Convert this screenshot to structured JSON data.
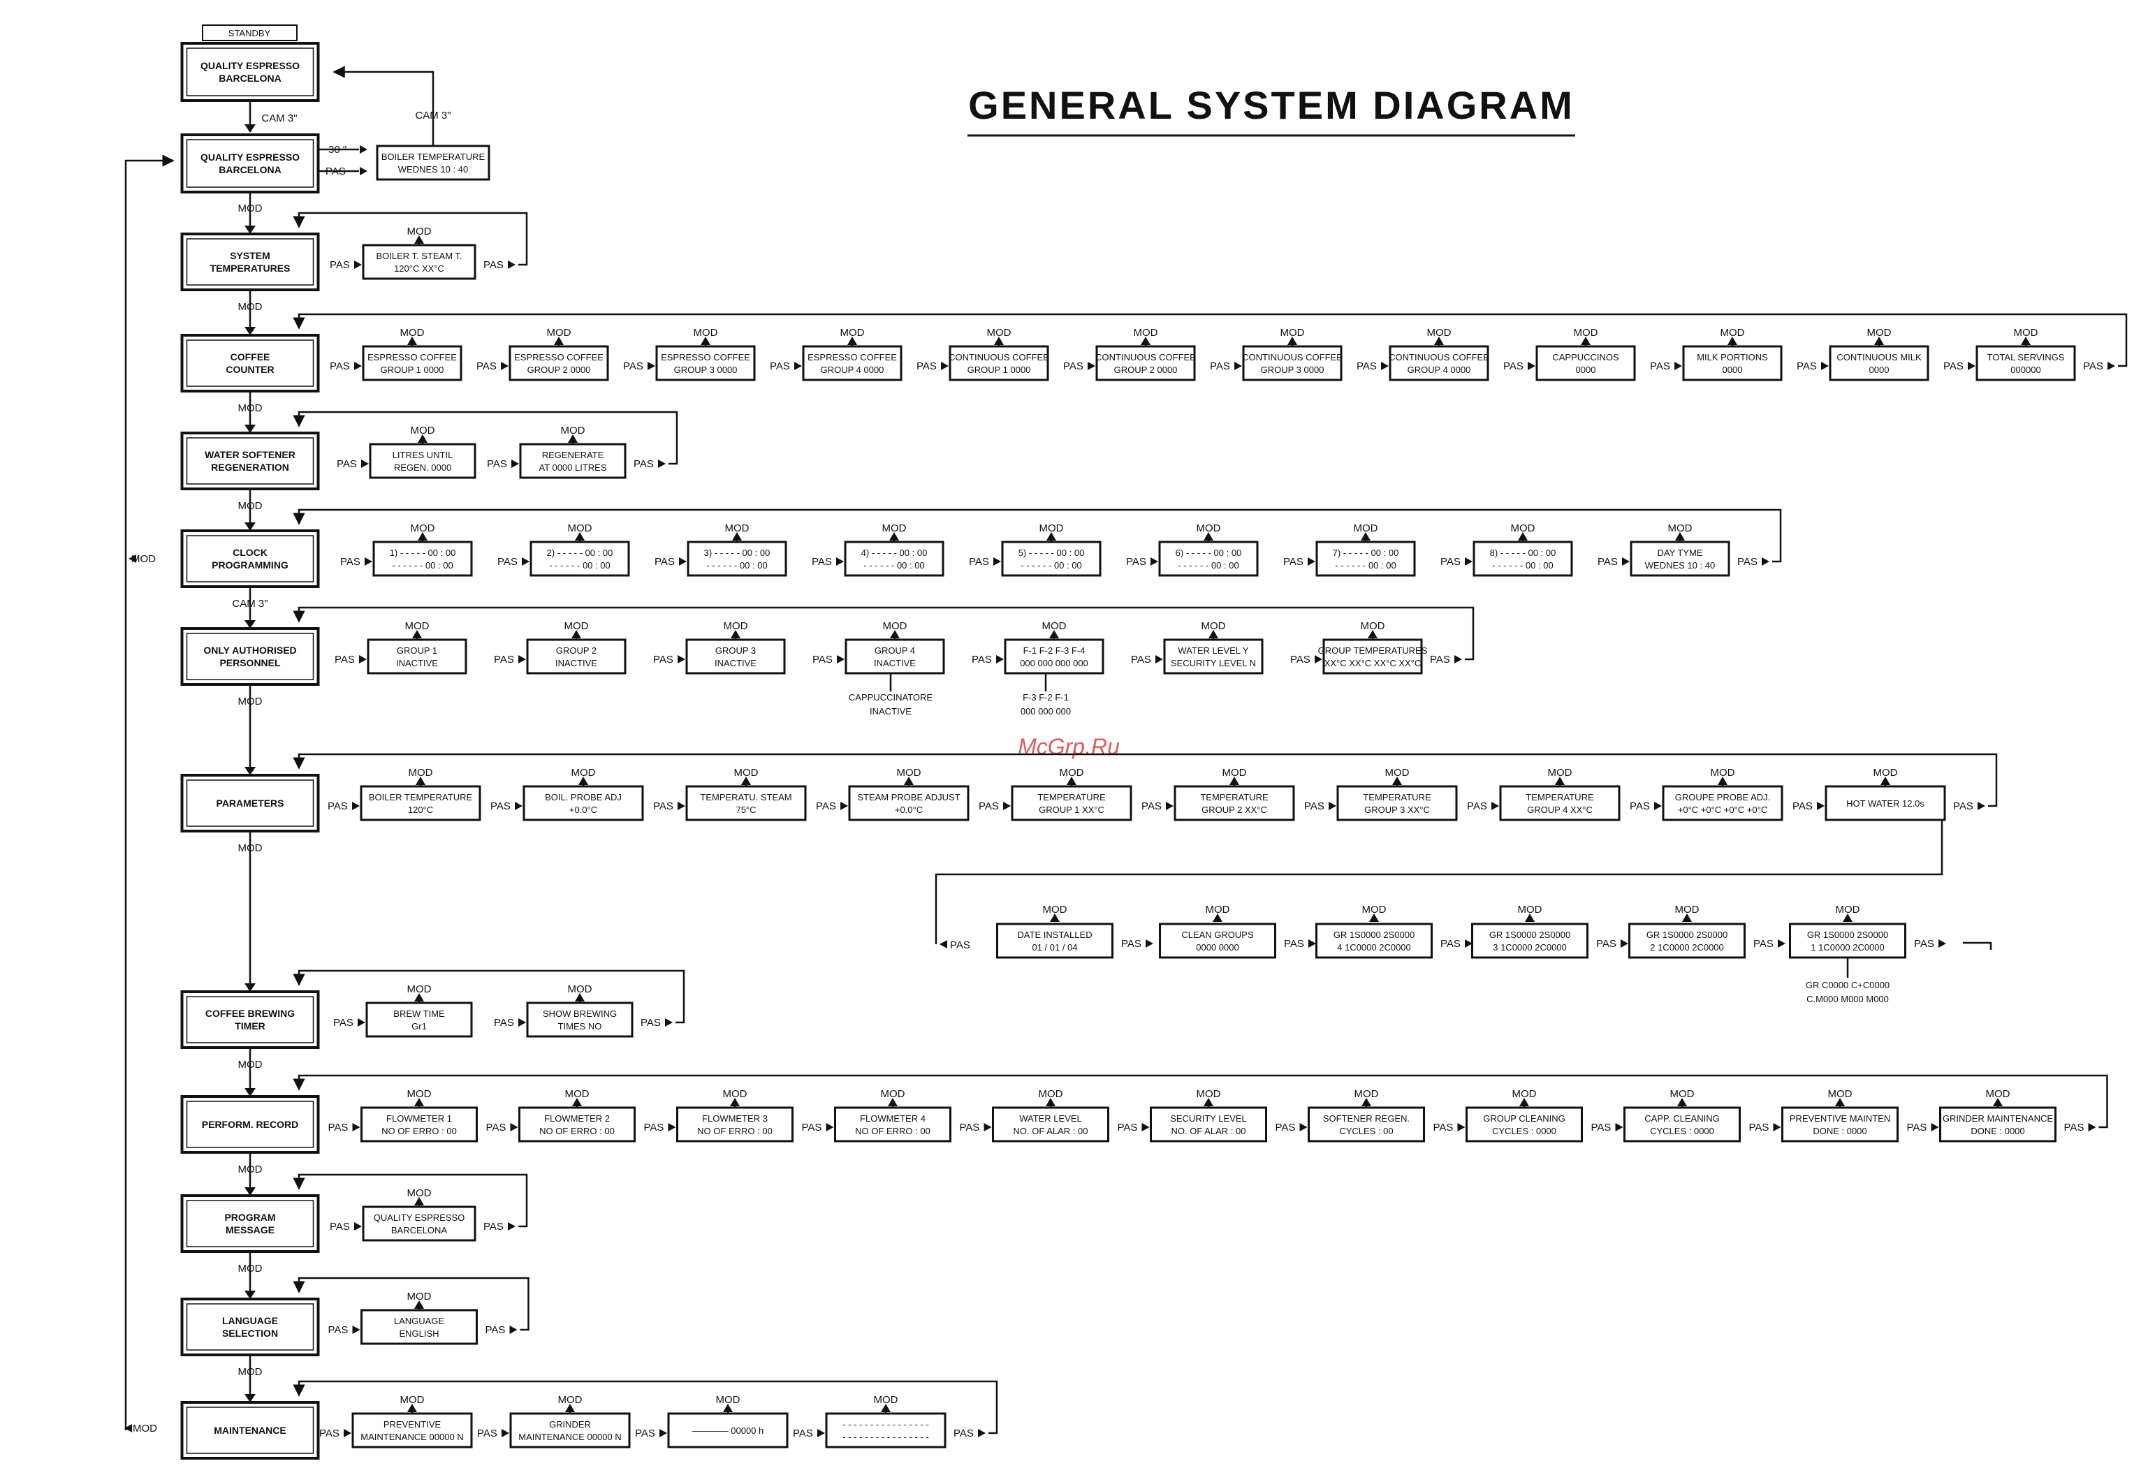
{
  "title": "GENERAL  SYSTEM  DIAGRAM",
  "watermark": "McGrp.Ru",
  "labels": {
    "mod": "MOD",
    "pas": "PAS",
    "standby": "STANDBY",
    "cam3": "CAM 3\"",
    "cam3b": "CAM 3\"",
    "s30": "30 \""
  },
  "top": {
    "quality_box": [
      "QUALITY ESPRESSO",
      "BARCELONA"
    ],
    "main_box": [
      "QUALITY ESPRESSO",
      "BARCELONA"
    ],
    "boiler_box": [
      "BOILER TEMPERATURE",
      "WEDNES       10 : 40"
    ]
  },
  "rows": [
    {
      "main": [
        "SYSTEM",
        "TEMPERATURES"
      ],
      "mod_label": "MOD",
      "items": [
        {
          "text": [
            "BOILER T.     STEAM T.",
            "120°C        XX°C"
          ]
        }
      ]
    },
    {
      "main": [
        "COFFEE",
        "COUNTER"
      ],
      "mod_label": "MOD",
      "items": [
        {
          "text": [
            "ESPRESSO COFFEE",
            "GROUP 1   0000"
          ]
        },
        {
          "text": [
            "ESPRESSO COFFEE",
            "GROUP 2   0000"
          ]
        },
        {
          "text": [
            "ESPRESSO COFFEE",
            "GROUP 3   0000"
          ]
        },
        {
          "text": [
            "ESPRESSO COFFEE",
            "GROUP 4   0000"
          ]
        },
        {
          "text": [
            "CONTINUOUS COFFEE",
            "GROUP 1   0000"
          ]
        },
        {
          "text": [
            "CONTINUOUS COFFEE",
            "GROUP 2   0000"
          ]
        },
        {
          "text": [
            "CONTINUOUS COFFEE",
            "GROUP 3   0000"
          ]
        },
        {
          "text": [
            "CONTINUOUS COFFEE",
            "GROUP 4   0000"
          ]
        },
        {
          "text": [
            "CAPPUCCINOS",
            "0000"
          ]
        },
        {
          "text": [
            "MILK PORTIONS",
            "0000"
          ]
        },
        {
          "text": [
            "CONTINUOUS MILK",
            "0000"
          ]
        },
        {
          "text": [
            "TOTAL SERVINGS",
            "000000"
          ]
        }
      ]
    },
    {
      "main": [
        "WATER SOFTENER",
        "REGENERATION"
      ],
      "mod_label": "MOD",
      "items": [
        {
          "text": [
            "LITRES UNTIL",
            "REGEN.  0000"
          ]
        },
        {
          "text": [
            "REGENERATE",
            "AT 0000 LITRES"
          ]
        }
      ]
    },
    {
      "main": [
        "CLOCK",
        "PROGRAMMING"
      ],
      "mod_label": "MOD",
      "items": [
        {
          "text": [
            "1) - - - - -      00 : 00",
            "- - - - - -      00 : 00"
          ]
        },
        {
          "text": [
            "2) - - - - -      00 : 00",
            "- - - - - -      00 : 00"
          ]
        },
        {
          "text": [
            "3) - - - - -      00 : 00",
            "- - - - - -      00 : 00"
          ]
        },
        {
          "text": [
            "4) - - - - -      00 : 00",
            "- - - - - -      00 : 00"
          ]
        },
        {
          "text": [
            "5) - - - - -      00 : 00",
            "- - - - - -      00 : 00"
          ]
        },
        {
          "text": [
            "6) - - - - -      00 : 00",
            "- - - - - -      00 : 00"
          ]
        },
        {
          "text": [
            "7) - - - - -      00 : 00",
            "- - - - - -      00 : 00"
          ]
        },
        {
          "text": [
            "8) - - - - -      00 : 00",
            "- - - - - -      00 : 00"
          ]
        },
        {
          "text": [
            "DAY          TYME",
            "WEDNES     10 : 40"
          ]
        }
      ]
    },
    {
      "main": [
        "ONLY AUTHORISED",
        "PERSONNEL"
      ],
      "mod_label": "CAM 3\"",
      "items": [
        {
          "text": [
            "GROUP  1",
            "INACTIVE"
          ]
        },
        {
          "text": [
            "GROUP  2",
            "INACTIVE"
          ]
        },
        {
          "text": [
            "GROUP  3",
            "INACTIVE"
          ]
        },
        {
          "text": [
            "GROUP  4",
            "INACTIVE"
          ]
        },
        {
          "text": [
            "F-1   F-2   F-3   F-4",
            "000   000   000   000"
          ]
        },
        {
          "text": [
            "WATER LEVEL     Y",
            "SECURITY LEVEL   N"
          ]
        },
        {
          "text": [
            "GROUP TEMPERATURES",
            "XX°C  XX°C  XX°C  XX°C"
          ]
        }
      ]
    },
    {
      "main": [
        "PARAMETERS"
      ],
      "mod_label": "MOD",
      "items": [
        {
          "text": [
            "BOILER TEMPERATURE",
            "120°C"
          ]
        },
        {
          "text": [
            "BOIL. PROBE ADJ",
            "+0.0°C"
          ]
        },
        {
          "text": [
            "TEMPERATU. STEAM",
            "75°C"
          ]
        },
        {
          "text": [
            "STEAM PROBE ADJUST",
            "+0.0°C"
          ]
        },
        {
          "text": [
            "TEMPERATURE",
            "GROUP 1  XX°C"
          ]
        },
        {
          "text": [
            "TEMPERATURE",
            "GROUP 2  XX°C"
          ]
        },
        {
          "text": [
            "TEMPERATURE",
            "GROUP 3  XX°C"
          ]
        },
        {
          "text": [
            "TEMPERATURE",
            "GROUP 4  XX°C"
          ]
        },
        {
          "text": [
            "GROUPE  PROBE  ADJ.",
            "+0°C  +0°C  +0°C  +0°C"
          ]
        },
        {
          "text": [
            "HOT WATER    12.0s"
          ]
        }
      ]
    },
    {
      "main": [
        "COFFEE BREWING",
        "TIMER"
      ],
      "mod_label": "MOD",
      "items": [
        {
          "text": [
            "BREW  TIME",
            "Gr1"
          ]
        },
        {
          "text": [
            "SHOW  BREWING",
            "TIMES      NO"
          ]
        }
      ]
    },
    {
      "main": [
        "PERFORM.  RECORD"
      ],
      "mod_label": "MOD",
      "items": [
        {
          "text": [
            "FLOWMETER 1",
            "NO OF ERRO : 00"
          ]
        },
        {
          "text": [
            "FLOWMETER 2",
            "NO OF ERRO : 00"
          ]
        },
        {
          "text": [
            "FLOWMETER 3",
            "NO OF ERRO : 00"
          ]
        },
        {
          "text": [
            "FLOWMETER 4",
            "NO OF ERRO : 00"
          ]
        },
        {
          "text": [
            "WATER LEVEL",
            "NO. OF ALAR : 00"
          ]
        },
        {
          "text": [
            "SECURITY LEVEL",
            "NO. OF ALAR : 00"
          ]
        },
        {
          "text": [
            "SOFTENER REGEN.",
            "CYCLES : 00"
          ]
        },
        {
          "text": [
            "GROUP CLEANING",
            "CYCLES : 0000"
          ]
        },
        {
          "text": [
            "CAPP. CLEANING",
            "CYCLES : 0000"
          ]
        },
        {
          "text": [
            "PREVENTIVE  MAINTEN",
            "DONE : 0000"
          ]
        },
        {
          "text": [
            "GRINDER  MAINTENANCE",
            "DONE : 0000"
          ]
        }
      ]
    },
    {
      "main": [
        "PROGRAM",
        "MESSAGE"
      ],
      "mod_label": "MOD",
      "items": [
        {
          "text": [
            "QUALITY ESPRESSO",
            "BARCELONA"
          ]
        }
      ]
    },
    {
      "main": [
        "LANGUAGE",
        "SELECTION"
      ],
      "mod_label": "MOD",
      "items": [
        {
          "text": [
            "LANGUAGE",
            "ENGLISH"
          ]
        }
      ]
    },
    {
      "main": [
        "MAINTENANCE"
      ],
      "mod_label": "MOD",
      "items": [
        {
          "text": [
            "PREVENTIVE",
            "MAINTENANCE 00000 N"
          ]
        },
        {
          "text": [
            "GRINDER",
            "MAINTENANCE 00000 N"
          ]
        },
        {
          "text": [
            "———— 00000 h"
          ]
        },
        {
          "text": [
            "- - - - - - - - - - - - - - - -",
            "- - - - - - - - - - - - - - - -"
          ]
        }
      ]
    }
  ],
  "params2": [
    {
      "text": [
        "DATE  INSTALLED",
        "01 / 01 / 04"
      ]
    },
    {
      "text": [
        "CLEAN   GROUPS",
        "0000       0000"
      ]
    },
    {
      "text": [
        "GR  1S0000      2S0000",
        "4    1C0000      2C0000"
      ]
    },
    {
      "text": [
        "GR  1S0000      2S0000",
        "3    1C0000      2C0000"
      ]
    },
    {
      "text": [
        "GR  1S0000      2S0000",
        "2    1C0000      2C0000"
      ]
    },
    {
      "text": [
        "GR  1S0000      2S0000",
        "1    1C0000      2C0000"
      ]
    }
  ],
  "notes": {
    "cappuccinatore": [
      "CAPPUCCINATORE",
      "INACTIVE"
    ],
    "f_extra": [
      "F-3      F-2      F-1",
      "000      000      000"
    ],
    "gr_extra": [
      "GR  C0000      C+C0000",
      "C.M000   M000   M000"
    ]
  }
}
